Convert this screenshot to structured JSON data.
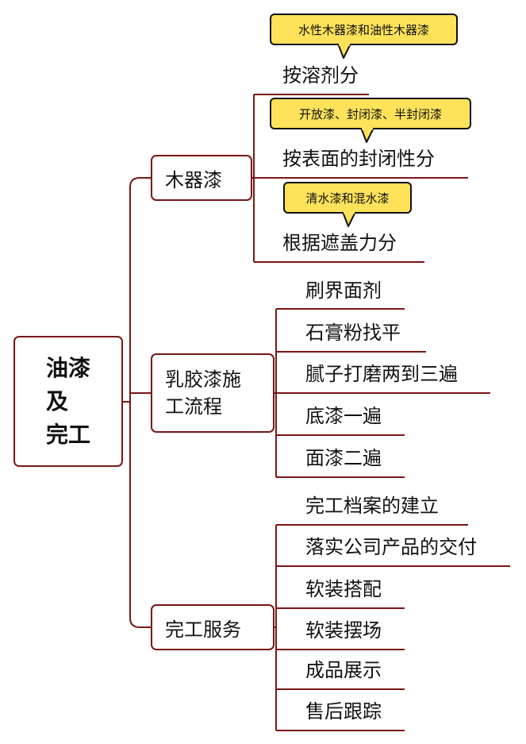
{
  "colors": {
    "line": "#7a1616",
    "callout_fill": "#fde25a",
    "callout_border": "#111111"
  },
  "root": {
    "line1": "油漆",
    "line2": "及",
    "line3": "完工"
  },
  "branches": [
    {
      "label": "木器漆",
      "children": [
        {
          "label": "按溶剂分",
          "note": "水性木器漆和油性木器漆"
        },
        {
          "label": "按表面的封闭性分",
          "note": "开放漆、封闭漆、半封闭漆"
        },
        {
          "label": "根据遮盖力分",
          "note": "清水漆和混水漆"
        }
      ]
    },
    {
      "label_line1": "乳胶漆施",
      "label_line2": "工流程",
      "children": [
        {
          "label": "刷界面剂"
        },
        {
          "label": "石膏粉找平"
        },
        {
          "label": "腻子打磨两到三遍"
        },
        {
          "label": "底漆一遍"
        },
        {
          "label": "面漆二遍"
        }
      ]
    },
    {
      "label": "完工服务",
      "children": [
        {
          "label": "完工档案的建立"
        },
        {
          "label": "落实公司产品的交付"
        },
        {
          "label": "软装搭配"
        },
        {
          "label": "软装摆场"
        },
        {
          "label": "成品展示"
        },
        {
          "label": "售后跟踪"
        }
      ]
    }
  ]
}
